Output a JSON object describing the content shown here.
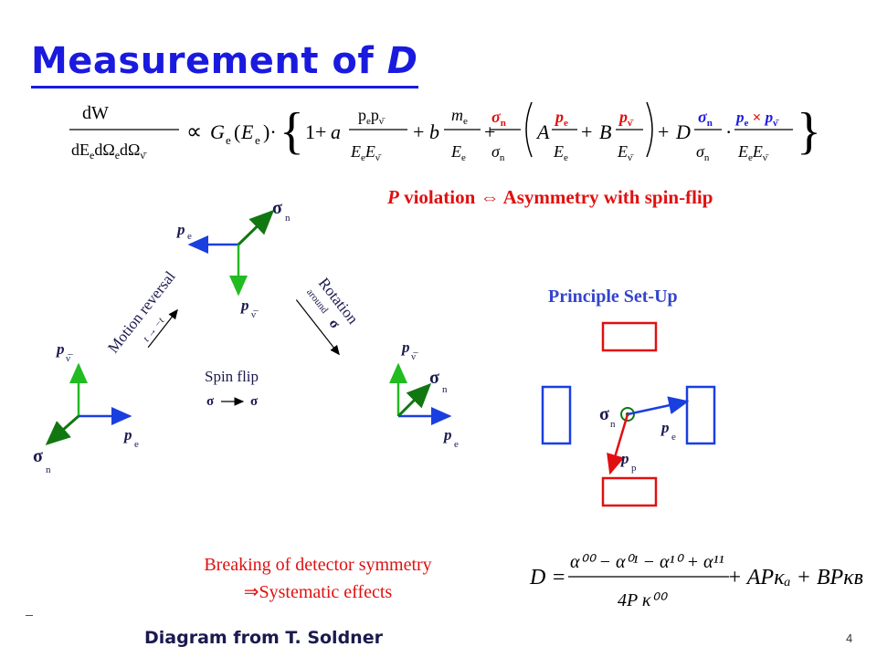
{
  "slide": {
    "title_main": "Measurement of ",
    "title_var": "D",
    "page_number": "4",
    "credit": "Diagram from T. Soldner"
  },
  "formula_top": {
    "lhs_num": "dW",
    "lhs_den": "dEₑdΩₑdΩν̅",
    "proportional": "∝",
    "g_term": "Gₑ(Eₑ)·"
  },
  "p_violation": {
    "p": "P",
    "text": " violation ⇔ Asymmetry with spin-flip"
  },
  "diagram": {
    "motion_reversal": "Motion reversal",
    "t_arrow": "t → −t",
    "rotation": "Rotation",
    "around": "around",
    "spin_flip": "Spin flip",
    "sigma": "σ",
    "sub_n": "n",
    "p": "p",
    "sub_e": "e",
    "sub_nubar": "ν̅"
  },
  "setup": {
    "label": "Principle Set-Up",
    "sigma": "σ",
    "sub_n": "n",
    "p": "p",
    "sub_e": "e",
    "sub_p": "p"
  },
  "breaking": {
    "line1": "Breaking of detector symmetry",
    "line2": "⇒Systematic effects"
  },
  "formula_bottom": {
    "lhs": "D =",
    "numerator": "α⁰⁰ − α⁰¹ − α¹⁰ + α¹¹",
    "denominator": "4P κ⁰⁰",
    "tail": "+ APκₐ + BPκʙ"
  },
  "colors": {
    "title_blue": "#1a1adf",
    "red": "#e01010",
    "blue_arrow": "#1a3fe0",
    "green": "#22bb22",
    "dark_green": "#117711",
    "setup_blue": "#3344cc"
  }
}
